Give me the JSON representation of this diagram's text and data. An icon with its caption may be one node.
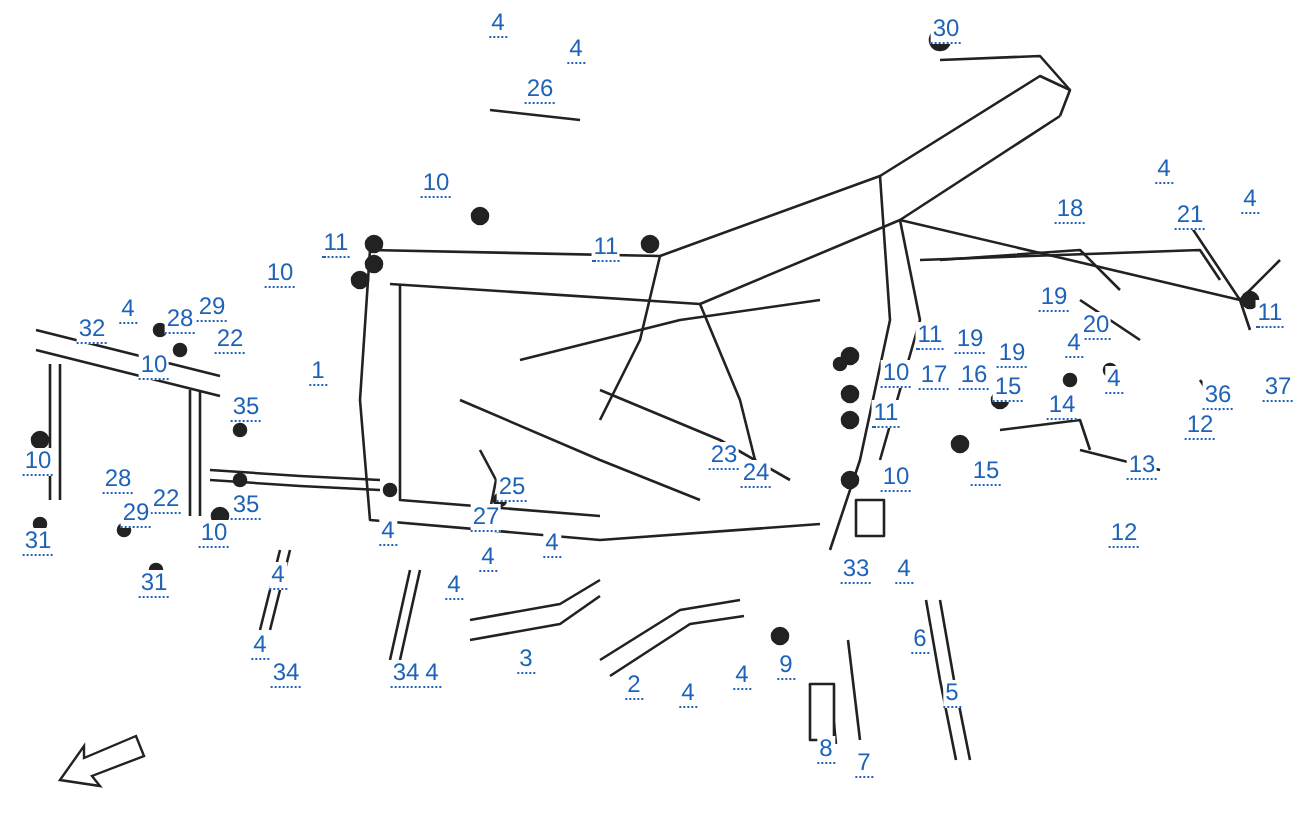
{
  "diagram": {
    "labels": [
      "4",
      "30",
      "4",
      "26",
      "4",
      "10",
      "4",
      "18",
      "21",
      "11",
      "11",
      "10",
      "19",
      "29",
      "4",
      "11",
      "28",
      "20",
      "32",
      "11",
      "19",
      "22",
      "4",
      "19",
      "10",
      "1",
      "10",
      "17",
      "16",
      "4",
      "15",
      "37",
      "36",
      "14",
      "35",
      "11",
      "12",
      "23",
      "10",
      "13",
      "15",
      "24",
      "10",
      "28",
      "25",
      "22",
      "35",
      "29",
      "27",
      "4",
      "10",
      "12",
      "31",
      "4",
      "4",
      "33",
      "4",
      "4",
      "31",
      "4",
      "6",
      "4",
      "3",
      "9",
      "34",
      "34",
      "4",
      "4",
      "2",
      "5",
      "4",
      "8",
      "7"
    ]
  }
}
